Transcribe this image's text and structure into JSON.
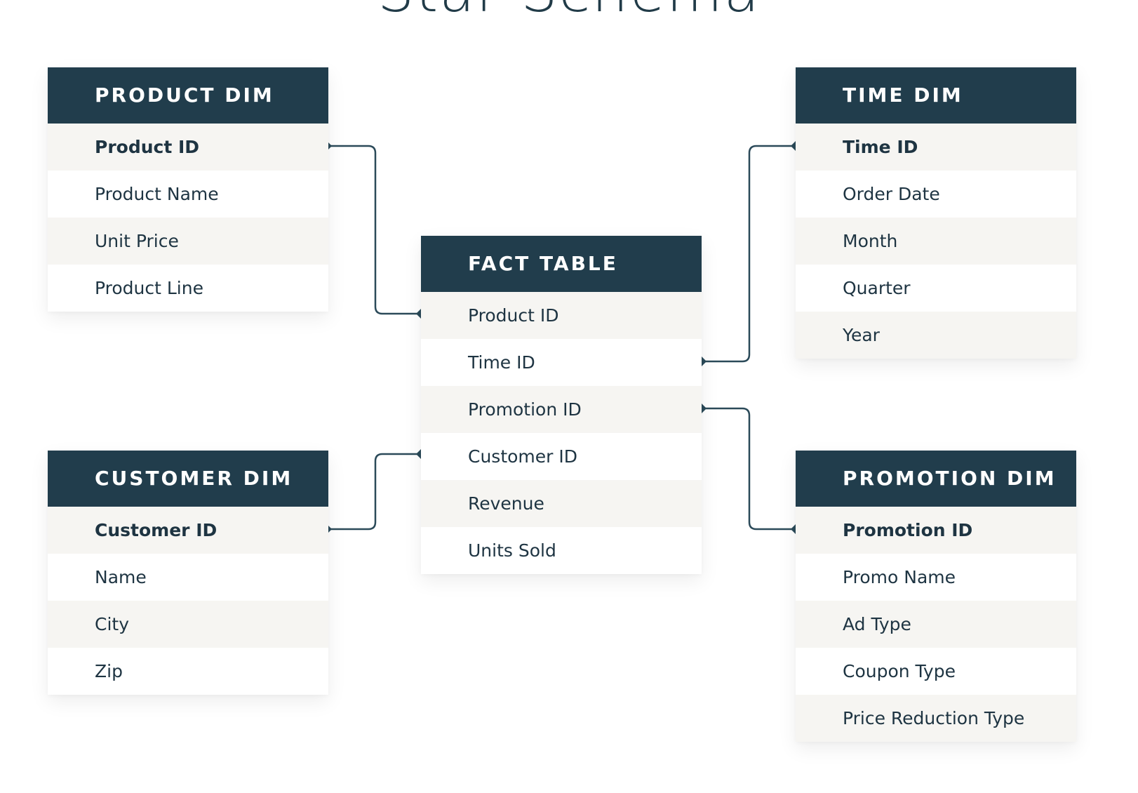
{
  "title": "Star Schema",
  "colors": {
    "header": "#213d4c",
    "row_alt": "#f6f5f2",
    "text": "#1e3442",
    "connector": "#2b4a59"
  },
  "tables": {
    "product": {
      "name": "PRODUCT DIM",
      "fields": [
        "Product ID",
        "Product Name",
        "Unit Price",
        "Product Line"
      ]
    },
    "time": {
      "name": "TIME DIM",
      "fields": [
        "Time ID",
        "Order Date",
        "Month",
        "Quarter",
        "Year"
      ]
    },
    "fact": {
      "name": "FACT TABLE",
      "fields": [
        "Product ID",
        "Time ID",
        "Promotion ID",
        "Customer ID",
        "Revenue",
        "Units Sold"
      ]
    },
    "customer": {
      "name": "CUSTOMER DIM",
      "fields": [
        "Customer ID",
        "Name",
        "City",
        "Zip"
      ]
    },
    "promotion": {
      "name": "PROMOTION DIM",
      "fields": [
        "Promotion ID",
        "Promo Name",
        "Ad Type",
        "Coupon Type",
        "Price Reduction Type"
      ]
    }
  },
  "relationships": [
    {
      "from": "product.Product ID",
      "to": "fact.Product ID"
    },
    {
      "from": "time.Time ID",
      "to": "fact.Time ID"
    },
    {
      "from": "customer.Customer ID",
      "to": "fact.Customer ID"
    },
    {
      "from": "promotion.Promotion ID",
      "to": "fact.Promotion ID"
    }
  ]
}
